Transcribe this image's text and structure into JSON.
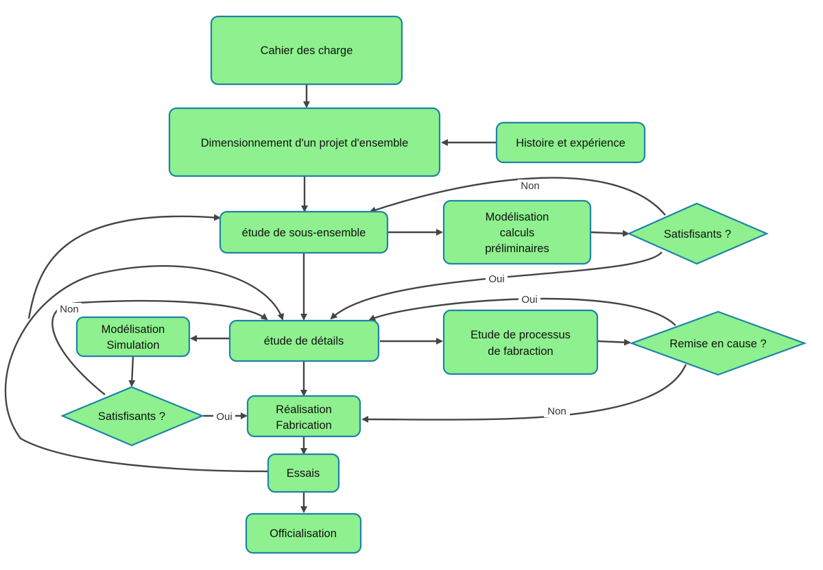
{
  "nodes": {
    "cahier": "Cahier des charge",
    "dimensionnement": "Dimensionnement d'un projet d'ensemble",
    "histoire": "Histoire et expérience",
    "sous_ensemble": "étude de sous-ensemble",
    "modelisation_calculs": [
      "Modélisation",
      "calculs",
      "préliminaires"
    ],
    "satisfisants_top": "Satisfisants ?",
    "details": "étude de détails",
    "modelisation_simulation": [
      "Modélisation",
      "Simulation"
    ],
    "processus": [
      "Etude de processus",
      "de fabraction"
    ],
    "remise": "Remise en cause ?",
    "satisfisants_left": "Satisfisants ?",
    "realisation": [
      "Réalisation",
      "Fabrication"
    ],
    "essais": "Essais",
    "officialisation": "Officialisation"
  },
  "edge_labels": {
    "non_top": "Non",
    "oui_top": "Oui",
    "oui_remise": "Oui",
    "non_left": "Non",
    "oui_left": "Oui",
    "non_remise": "Non"
  }
}
